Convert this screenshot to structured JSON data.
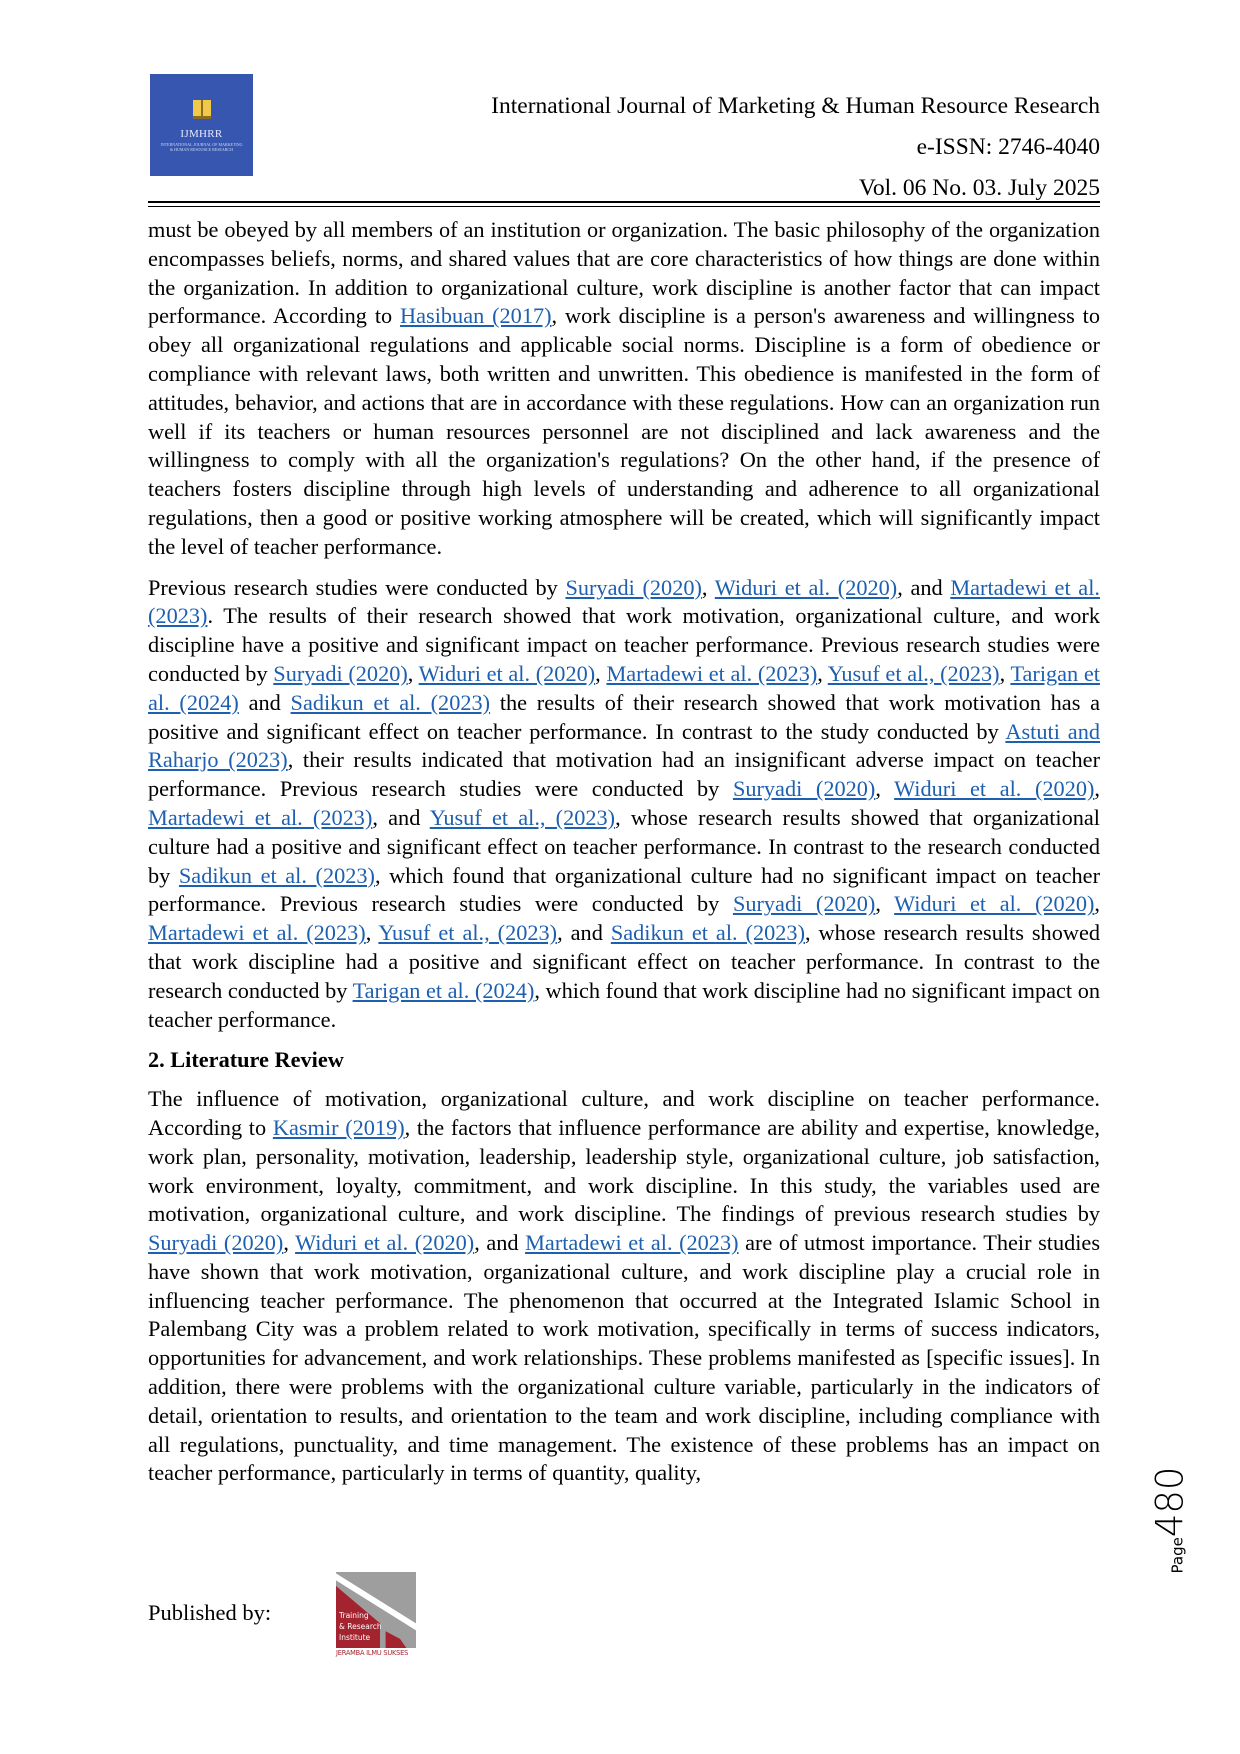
{
  "header": {
    "logo": {
      "abbr": "IJMHRR",
      "full_name": "INTERNATIONAL JOURNAL OF MARKETING & HUMAN RESOURCE RESEARCH",
      "color": "#3656b0",
      "icon": "book-icon"
    },
    "journal_title": "International Journal of Marketing & Human Resource Research",
    "issn": "e-ISSN: 2746-4040",
    "volume": "Vol. 06 No. 03. July 2025"
  },
  "body": {
    "link_color": "#1d5fb0",
    "p1": [
      {
        "t": "must be obeyed by all members of an institution or organization. The basic philosophy of the organization encompasses beliefs, norms, and shared values that are core characteristics of how things are done within the organization. In addition to organizational culture, work discipline is another factor that can impact performance. According to "
      },
      {
        "link": "Hasibuan (2017)"
      },
      {
        "t": ", work discipline is a person's awareness and willingness to obey all organizational regulations and applicable social norms. Discipline is a form of obedience or compliance with relevant laws, both written and unwritten. This obedience is manifested in the form of attitudes, behavior, and actions that are in accordance with these regulations. How can an organization run well if its teachers or human resources personnel are not disciplined and lack awareness and the willingness to comply with all the organization's regulations? On the other hand, if the presence of teachers fosters discipline through high levels of understanding and adherence to all organizational regulations, then a good or positive working atmosphere will be created, which will significantly impact the level of teacher performance."
      }
    ],
    "p2": [
      {
        "t": "Previous research studies were conducted by "
      },
      {
        "link": "Suryadi (2020)"
      },
      {
        "t": ", "
      },
      {
        "link": "Widuri et al. (2020)"
      },
      {
        "t": ", and "
      },
      {
        "link": "Martadewi et al. (2023)"
      },
      {
        "t": ". The results of their research showed that work motivation, organizational culture, and work discipline have a positive and significant impact on teacher performance. Previous research studies were conducted by "
      },
      {
        "link": "Suryadi (2020)"
      },
      {
        "t": ", "
      },
      {
        "link": "Widuri et al. (2020)"
      },
      {
        "t": ", "
      },
      {
        "link": "Martadewi et al. (2023)"
      },
      {
        "t": ", "
      },
      {
        "link": "Yusuf et al., (2023)"
      },
      {
        "t": ", "
      },
      {
        "link": "Tarigan et al. (2024)"
      },
      {
        "t": " and "
      },
      {
        "link": "Sadikun et al. (2023)"
      },
      {
        "t": " the results of their research showed that work motivation has a positive and significant effect on teacher performance. In contrast to the study conducted by "
      },
      {
        "link": "Astuti and Raharjo (2023)"
      },
      {
        "t": ", their results indicated that motivation had an insignificant adverse impact on teacher performance. Previous research studies were conducted by "
      },
      {
        "link": "Suryadi (2020)"
      },
      {
        "t": ", "
      },
      {
        "link": "Widuri et al. (2020)"
      },
      {
        "t": ", "
      },
      {
        "link": "Martadewi et al. (2023)"
      },
      {
        "t": ", and "
      },
      {
        "link": "Yusuf et al., (2023)"
      },
      {
        "t": ", whose research results showed that organizational culture had a positive and significant effect on teacher performance. In contrast to the research conducted by "
      },
      {
        "link": "Sadikun et al. (2023)"
      },
      {
        "t": ", which found that organizational culture had no significant impact on teacher performance. Previous research studies were conducted by "
      },
      {
        "link": "Suryadi (2020)"
      },
      {
        "t": ", "
      },
      {
        "link": "Widuri et al. (2020)"
      },
      {
        "t": ", "
      },
      {
        "link": "Martadewi et al. (2023)"
      },
      {
        "t": ", "
      },
      {
        "link": "Yusuf et al., (2023)"
      },
      {
        "t": ", and "
      },
      {
        "link": "Sadikun et al. (2023)"
      },
      {
        "t": ", whose research results showed that work discipline had a positive and significant effect on teacher performance. In contrast to the research conducted by "
      },
      {
        "link": "Tarigan et al. (2024)"
      },
      {
        "t": ", which found that work discipline had no significant impact on teacher performance."
      }
    ],
    "section_heading": "2. Literature Review",
    "p3": [
      {
        "t": "The influence of motivation, organizational culture, and work discipline on teacher performance. According to "
      },
      {
        "link": "Kasmir (2019)"
      },
      {
        "t": ", the factors that influence performance are ability and expertise, knowledge, work plan, personality, motivation, leadership, leadership style, organizational culture, job satisfaction, work environment, loyalty, commitment, and work discipline. In this study, the variables used are motivation, organizational culture, and work discipline. The findings of previous research studies by "
      },
      {
        "link": "Suryadi (2020)"
      },
      {
        "t": ", "
      },
      {
        "link": "Widuri et al. (2020)"
      },
      {
        "t": ", and "
      },
      {
        "link": "Martadewi et al. (2023)"
      },
      {
        "t": " are of utmost importance. Their studies have shown that work motivation, organizational culture, and work discipline play a crucial role in influencing teacher performance. The phenomenon that occurred at the Integrated Islamic School in Palembang City was a problem related to work motivation, specifically in terms of success indicators, opportunities for advancement, and work relationships. These problems manifested as [specific issues]. In addition, there were problems with the organizational culture variable, particularly in the indicators of detail, orientation to results, and orientation to the team and work discipline, including compliance with all regulations, punctuality, and time management. The existence of these problems has an impact on teacher performance, particularly in terms of quantity, quality,"
      }
    ]
  },
  "page_number": {
    "prefix": "Page",
    "number": "480"
  },
  "footer": {
    "published_by": "Published by:",
    "publisher_logo": {
      "lines": [
        "Training",
        "& Research",
        "Institute"
      ],
      "tagline": "JERAMBA ILMU SUKSES",
      "color": "#a3232e"
    }
  }
}
